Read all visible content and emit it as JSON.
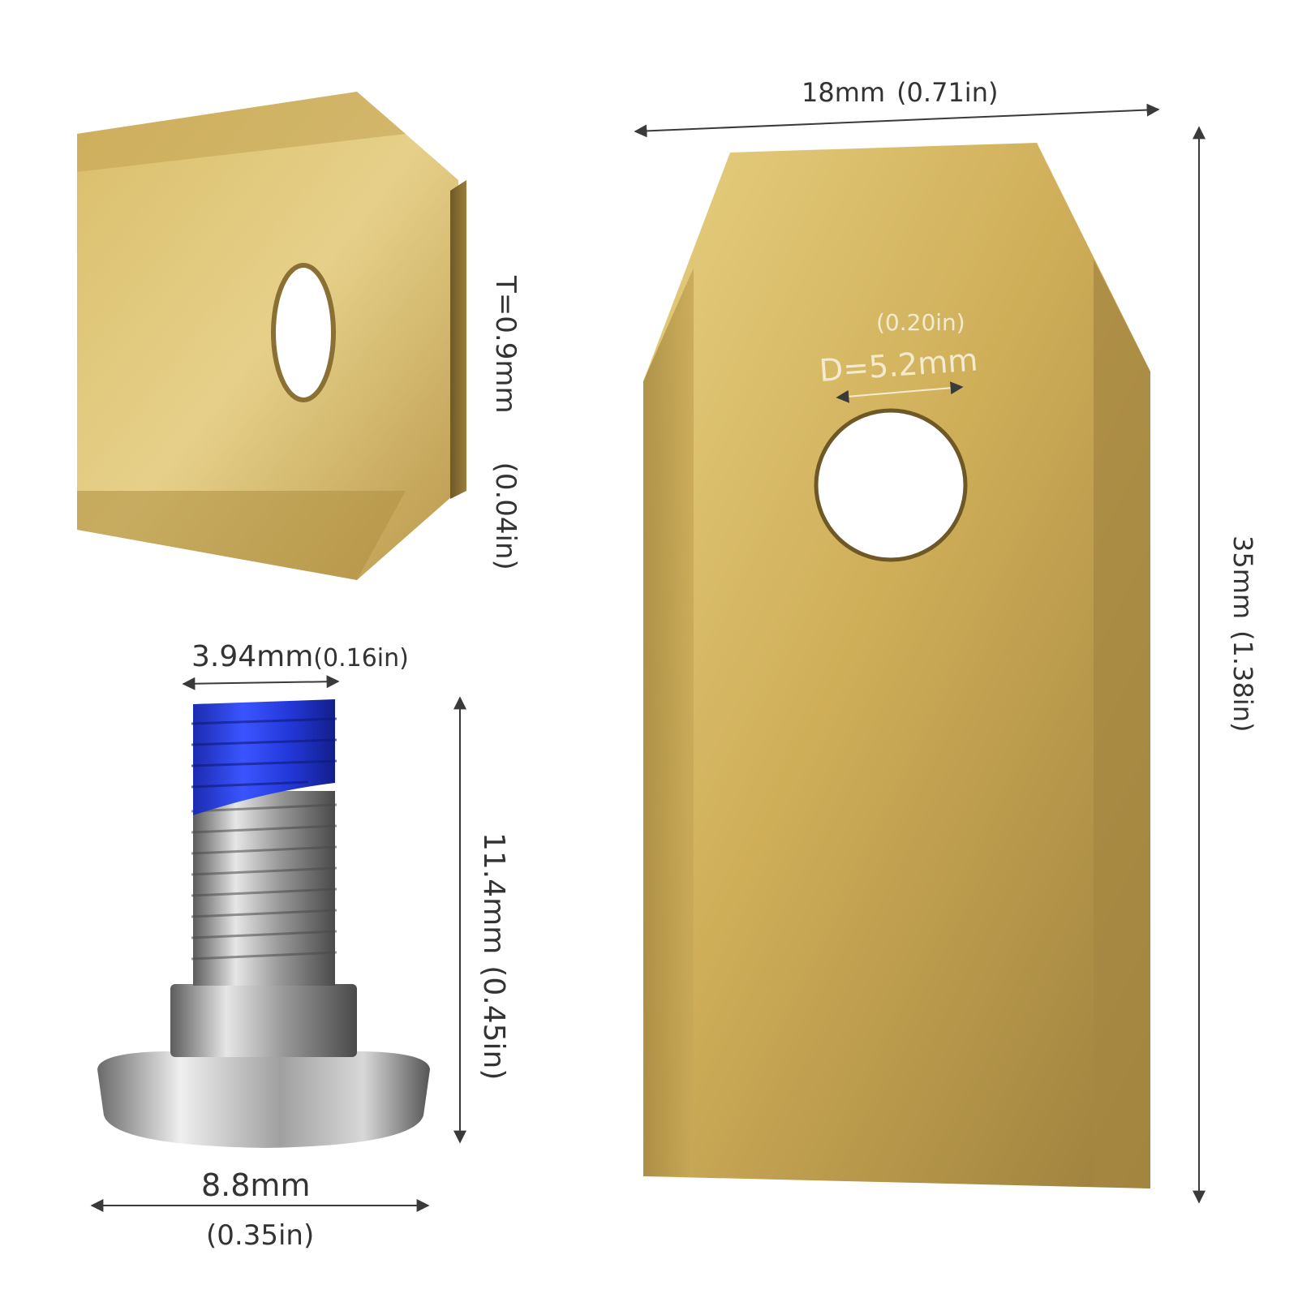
{
  "colors": {
    "background": "#ffffff",
    "blade_gold_light": "#e4cc7a",
    "blade_gold_mid": "#c9a84f",
    "blade_gold_dark": "#8f7436",
    "screw_thread_coating": "#2a3fe0",
    "screw_steel_light": "#e2e2e2",
    "screw_steel_dark": "#5c5c5c",
    "dimension_line": "#3a3a3a",
    "label_text": "#333333"
  },
  "small_blade": {
    "thickness_mm": "T=0.9mm",
    "thickness_in": "(0.04in)"
  },
  "large_blade": {
    "width_mm": "18mm",
    "width_in": "(0.71in)",
    "height_mm": "35mm",
    "height_in": "(1.38in)",
    "hole_diameter_mm": "D=5.2mm",
    "hole_diameter_in": "(0.20in)"
  },
  "screw": {
    "thread_diameter_mm": "3.94mm",
    "thread_diameter_in": "(0.16in)",
    "length_mm": "11.4mm",
    "length_in": "(0.45in)",
    "head_diameter_mm": "8.8mm",
    "head_diameter_in": "(0.35in)"
  }
}
